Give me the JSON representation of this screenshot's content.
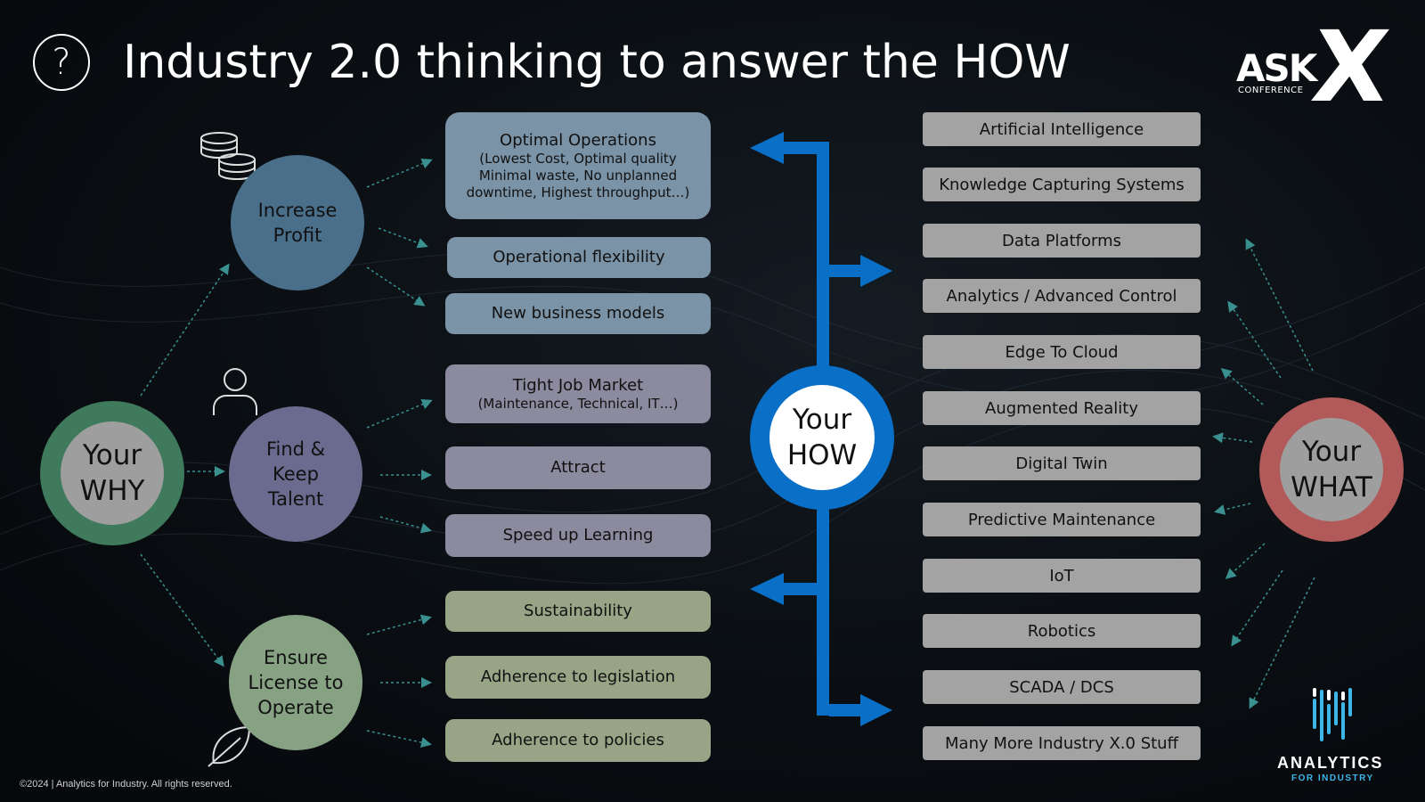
{
  "header": {
    "title": "Industry 2.0 thinking to answer the HOW",
    "question_icon": "question-circle-icon",
    "logo_main": "ASK",
    "logo_sub": "CONFERENCE",
    "logo_mark": "X"
  },
  "why": {
    "label": "Your\nWHY"
  },
  "how": {
    "label": "Your\nHOW"
  },
  "what": {
    "label": "Your\nWHAT"
  },
  "drivers": {
    "profit": {
      "label": "Increase\nProfit",
      "icon": "coins-icon"
    },
    "talent": {
      "label": "Find &\nKeep\nTalent",
      "icon": "person-icon"
    },
    "license": {
      "label": "Ensure\nLicense to\nOperate",
      "icon": "leaf-icon"
    }
  },
  "outcomes": {
    "optimal": {
      "title": "Optimal Operations",
      "sub": "(Lowest Cost, Optimal quality\nMinimal waste, No unplanned\ndowntime, Highest throughput…)"
    },
    "flexibility": {
      "title": "Operational flexibility"
    },
    "business": {
      "title": "New business models"
    },
    "job": {
      "title": "Tight Job Market",
      "sub": "(Maintenance, Technical, IT…)"
    },
    "attract": {
      "title": "Attract"
    },
    "learning": {
      "title": "Speed up Learning"
    },
    "sustainability": {
      "title": "Sustainability"
    },
    "legislation": {
      "title": "Adherence to legislation"
    },
    "policies": {
      "title": "Adherence to policies"
    }
  },
  "technologies": [
    "Artificial Intelligence",
    "Knowledge Capturing Systems",
    "Data Platforms",
    "Analytics / Advanced Control",
    "Edge To Cloud",
    "Augmented Reality",
    "Digital Twin",
    "Predictive Maintenance",
    "IoT",
    "Robotics",
    "SCADA / DCS",
    "Many More Industry X.0 Stuff"
  ],
  "colors": {
    "how_arrow": "#0a6fc6",
    "why_ring": "#3e7a5b",
    "what_ring": "#b25a5a",
    "profit": "#4a6f8a",
    "talent": "#6b6a8f",
    "license": "#86a283"
  },
  "footer": {
    "copyright": "©2024 | Analytics for Industry. All rights reserved.",
    "brand_title": "ANALYTICS",
    "brand_sub": "FOR INDUSTRY"
  }
}
